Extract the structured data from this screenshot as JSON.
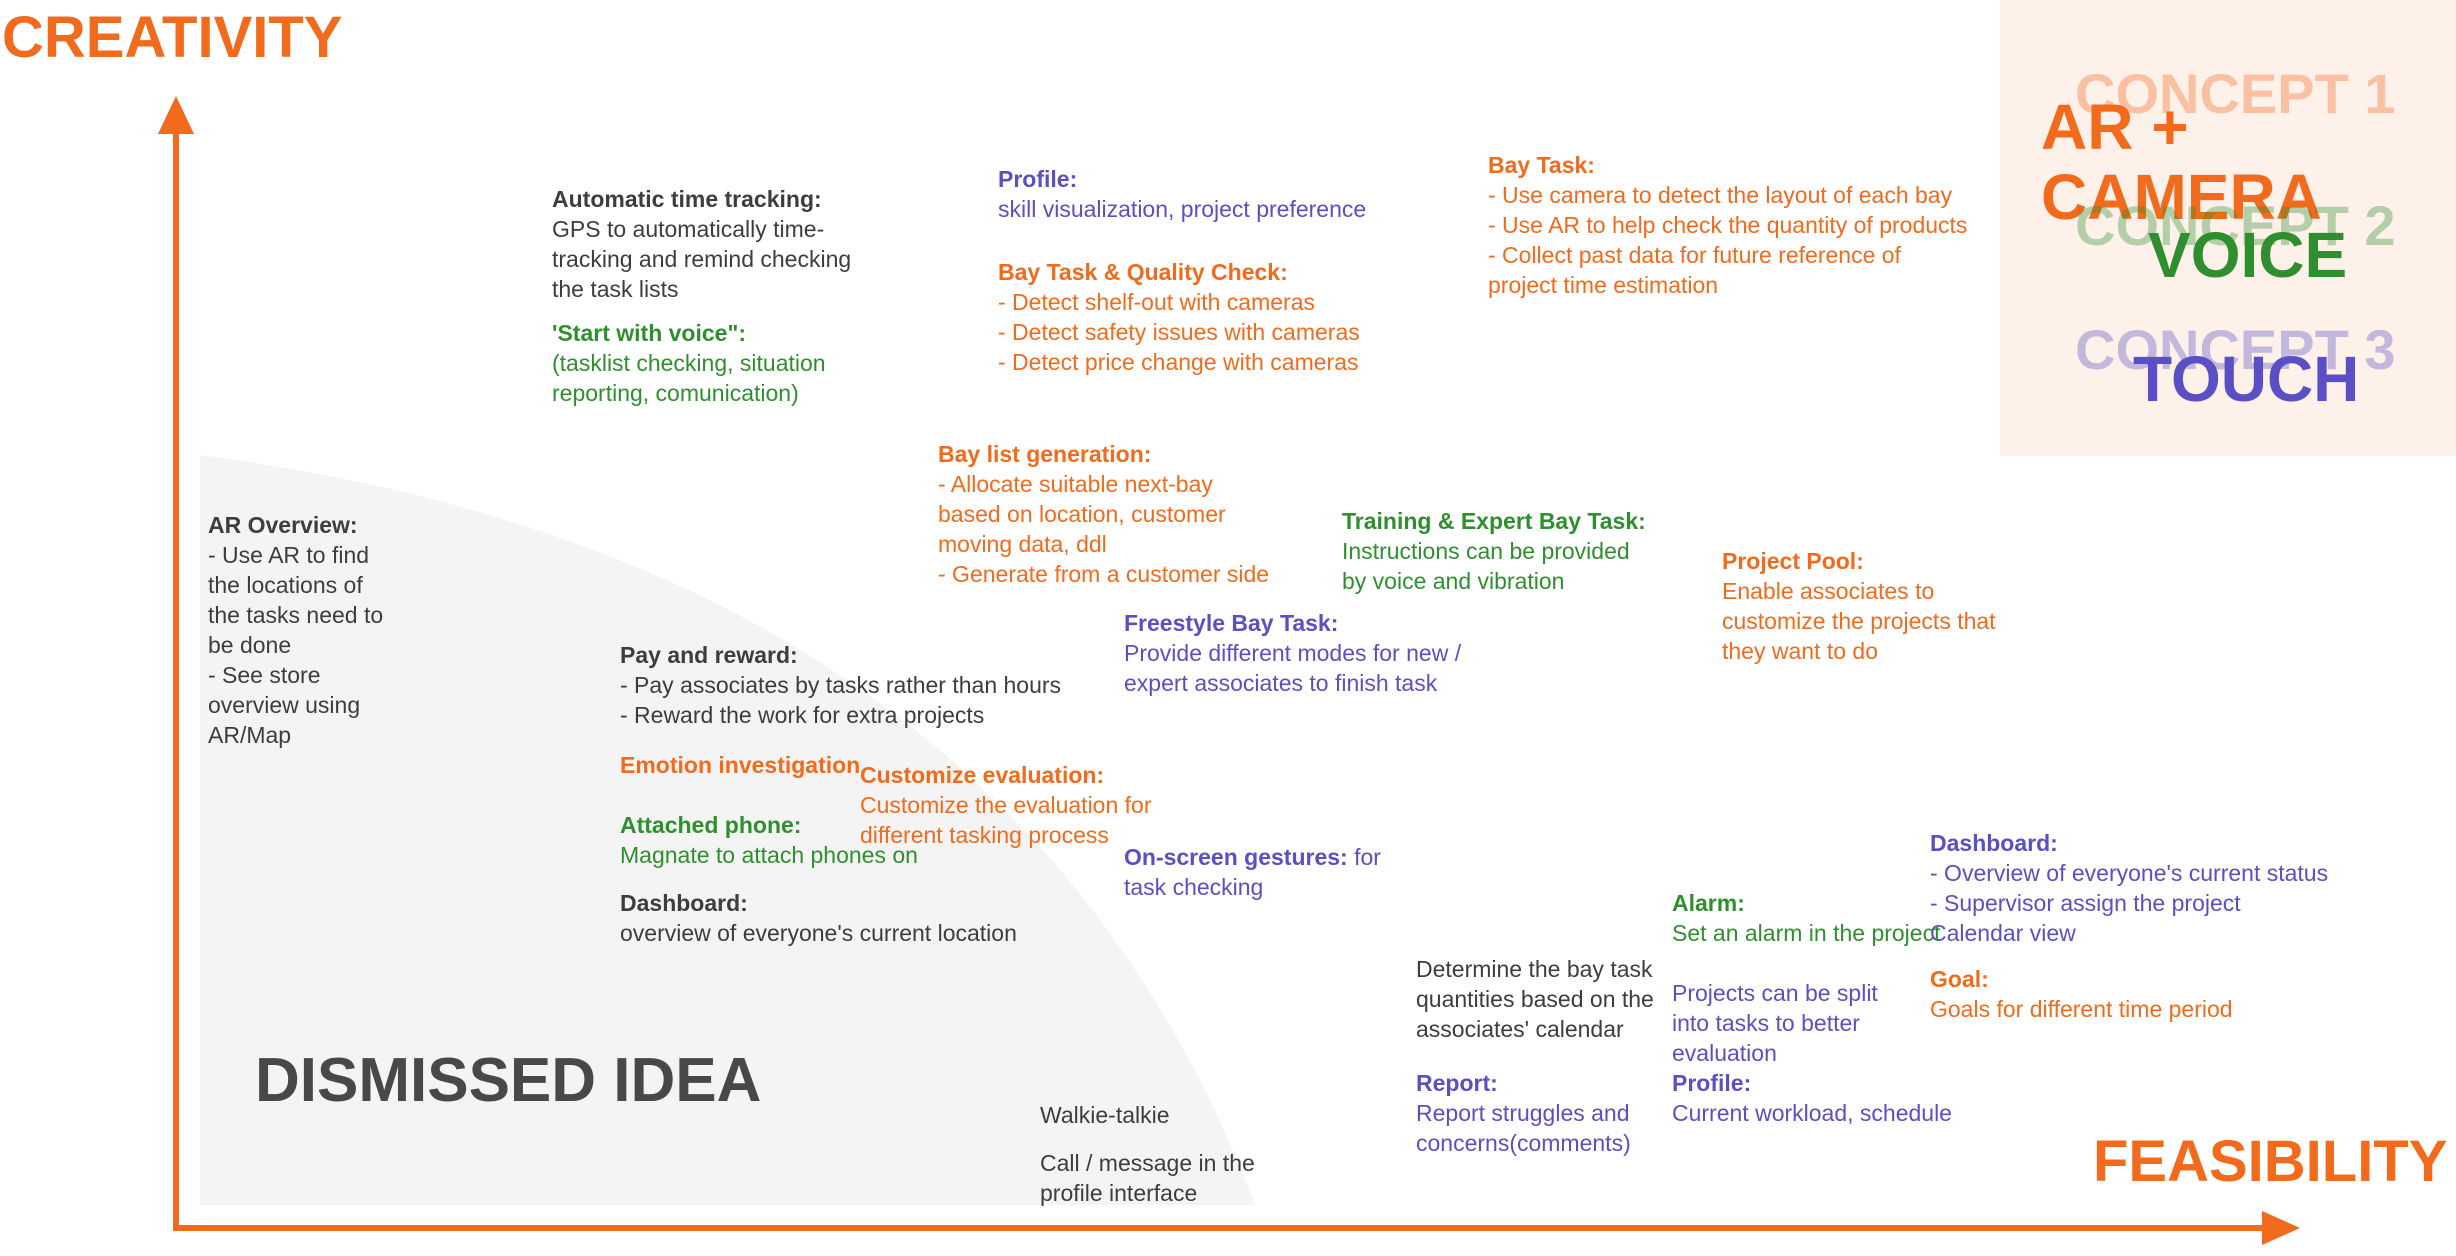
{
  "axes": {
    "y_title": "CREATIVITY",
    "x_title": "FEASIBILITY"
  },
  "legend": {
    "concept1_label": "CONCEPT 1",
    "concept1_name": "AR + CAMERA",
    "concept2_label": "CONCEPT 2",
    "concept2_name": "VOICE",
    "concept3_label": "CONCEPT 3",
    "concept3_name": "TOUCH"
  },
  "dismissed_label": "DISMISSED IDEA",
  "colors": {
    "concept1": "#f26a1b",
    "concept2": "#2f8f2f",
    "concept3": "#5a4fc4",
    "neutral": "#3d3d3d"
  },
  "notes": {
    "auto_time": {
      "title": "Automatic time tracking:",
      "body": "GPS to automatically time-\ntracking and  remind checking\nthe task lists"
    },
    "start_voice": {
      "title": "'Start with voice\":",
      "body": "(tasklist checking, situation\nreporting, comunication)"
    },
    "profile_top": {
      "title": "Profile:",
      "body": "skill visualization, project preference"
    },
    "bay_quality": {
      "title": "Bay Task & Quality Check:",
      "body": "- Detect shelf-out with cameras\n- Detect safety issues with cameras\n- Detect price change with cameras"
    },
    "bay_task_top": {
      "title": "Bay Task:",
      "body": "- Use camera to detect the layout of each bay\n- Use AR to help check the quantity of products\n- Collect past data for future reference of\nproject time estimation"
    },
    "ar_overview": {
      "title": "AR Overview:",
      "body": "- Use AR to find\nthe locations of\nthe tasks need to\nbe done\n- See store\noverview using\nAR/Map"
    },
    "bay_list": {
      "title": "Bay list generation:",
      "body": "- Allocate suitable next-bay\nbased on location, customer\nmoving data, ddl\n- Generate from a customer side"
    },
    "training": {
      "title": "Training & Expert Bay Task:",
      "body": "Instructions can be provided\nby voice and vibration"
    },
    "project_pool": {
      "title": "Project Pool:",
      "body": "Enable associates to\ncustomize the projects that\nthey want to do"
    },
    "freestyle": {
      "title": "Freestyle Bay Task:",
      "body": "Provide different modes for new /\nexpert associates to finish task"
    },
    "pay_reward": {
      "title": "Pay and reward:",
      "body": "- Pay associates by tasks rather than hours\n- Reward the work for extra projects"
    },
    "emotion": {
      "title": "Emotion investigation"
    },
    "customize_eval": {
      "title": "Customize evaluation:",
      "body": "Customize the evaluation for\ndifferent tasking process"
    },
    "attached_phone": {
      "title": "Attached phone:",
      "body": "Magnate to attach phones on"
    },
    "onscreen": {
      "title": "On-screen gestures:",
      "body_inline": " for",
      "body": "task checking"
    },
    "dashboard_left": {
      "title": "Dashboard:",
      "body": "overview of everyone's current location"
    },
    "dashboard_right": {
      "title": "Dashboard:",
      "body": "- Overview of everyone's current status\n- Supervisor assign the project\nCalendar view"
    },
    "alarm": {
      "title": "Alarm:",
      "body": "Set an alarm in the project"
    },
    "goal": {
      "title": "Goal:",
      "body": "Goals for different time period"
    },
    "determine_bay": {
      "body": "Determine the bay task\nquantities based on the\nassociates' calendar"
    },
    "projects_split": {
      "body": "Projects can be split\ninto tasks to better\nevaluation"
    },
    "profile_bottom": {
      "title": "Profile:",
      "body": "Current workload, schedule"
    },
    "report": {
      "title": "Report:",
      "body": "Report struggles and\nconcerns(comments)"
    },
    "walkie": {
      "body": "Walkie-talkie"
    },
    "call_message": {
      "body": "Call / message in the\nprofile interface"
    }
  }
}
